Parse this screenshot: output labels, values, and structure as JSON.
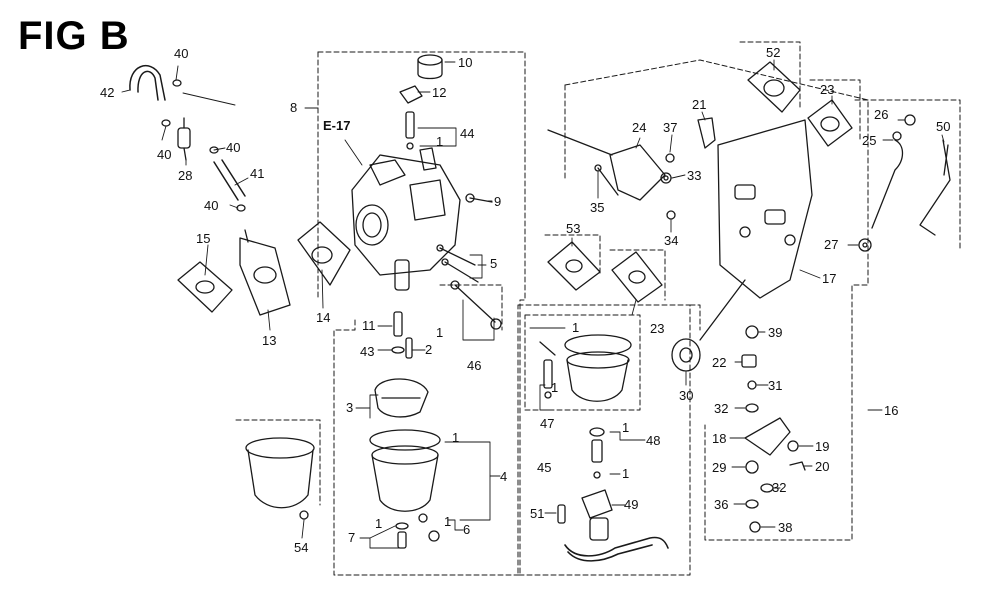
{
  "figure": {
    "title": "FIG B",
    "reference": "E-17"
  },
  "callouts": [
    "1",
    "2",
    "3",
    "4",
    "5",
    "6",
    "7",
    "8",
    "9",
    "10",
    "11",
    "12",
    "13",
    "14",
    "15",
    "16",
    "17",
    "18",
    "19",
    "20",
    "21",
    "22",
    "23",
    "24",
    "25",
    "26",
    "27",
    "28",
    "29",
    "30",
    "31",
    "32",
    "33",
    "34",
    "35",
    "36",
    "37",
    "38",
    "39",
    "40",
    "41",
    "42",
    "43",
    "44",
    "45",
    "46",
    "47",
    "48",
    "49",
    "50",
    "51",
    "52",
    "53",
    "54"
  ],
  "colors": {
    "ink": "#1a1a1a",
    "background": "#ffffff"
  }
}
